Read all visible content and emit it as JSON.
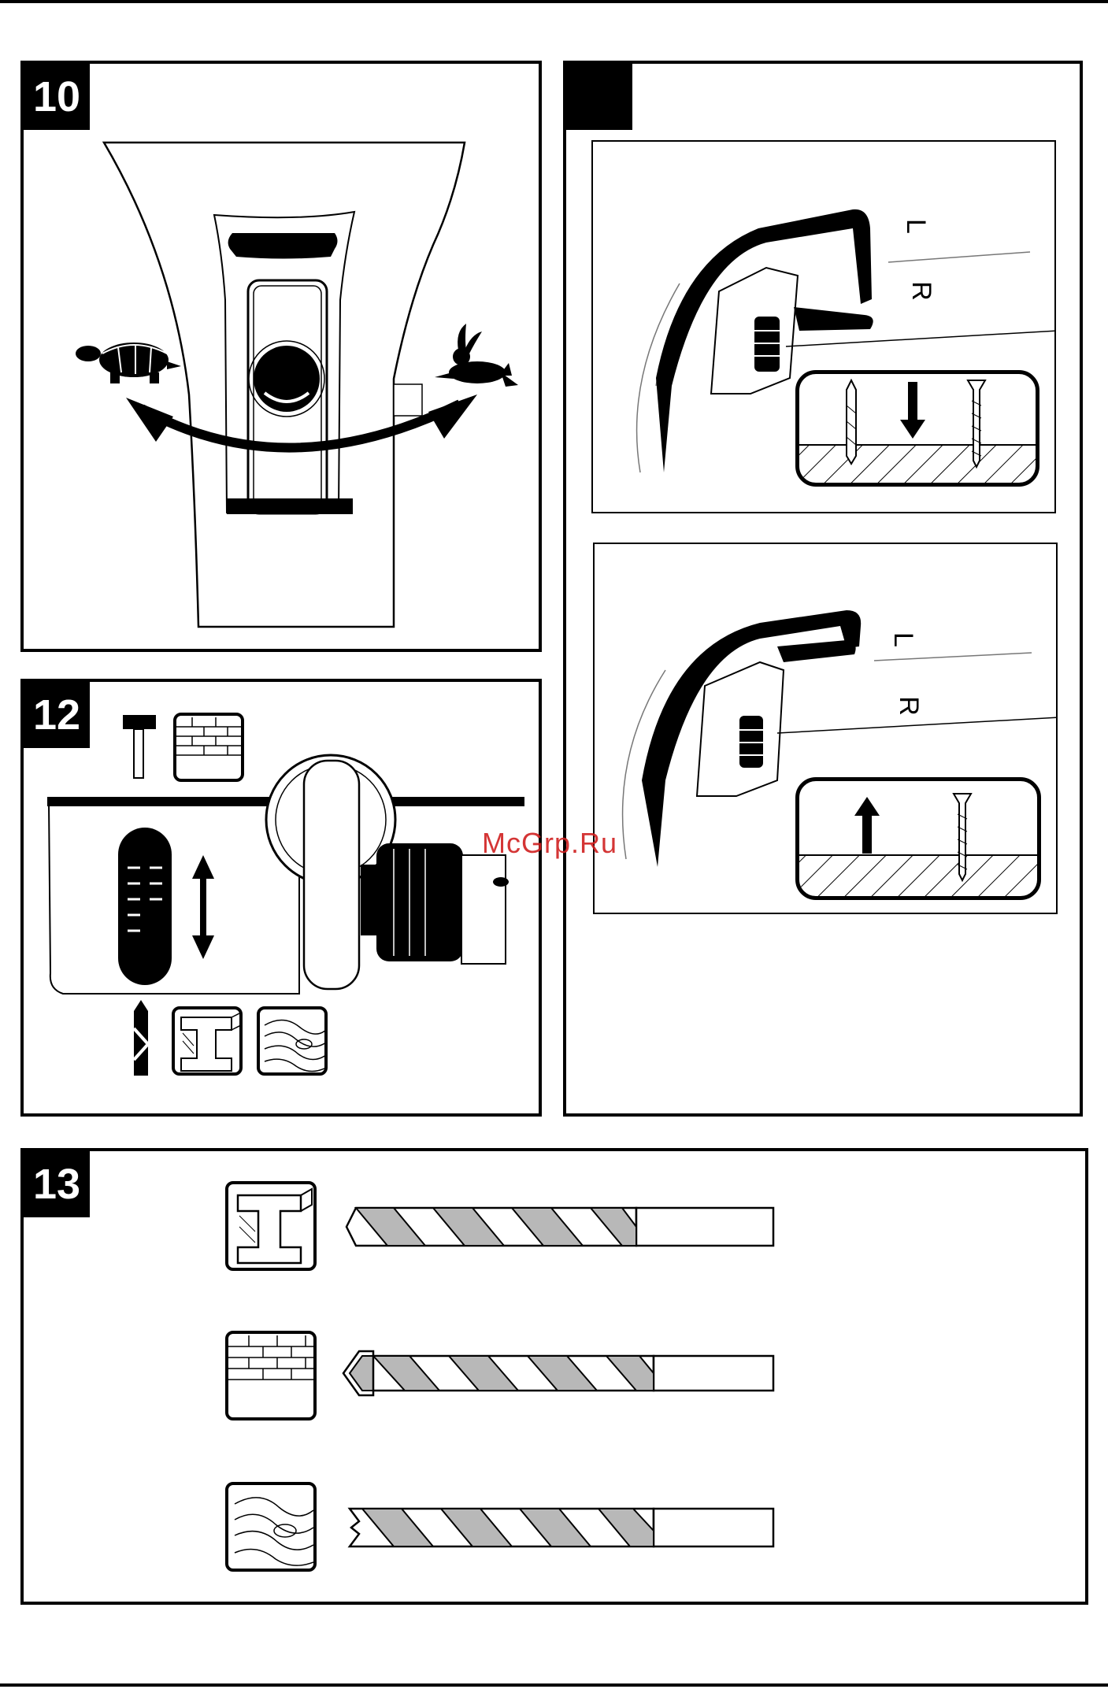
{
  "figures": {
    "fig10": {
      "number": "10"
    },
    "fig11": {
      "number": ""
    },
    "fig12": {
      "number": "12"
    },
    "fig13": {
      "number": "13"
    }
  },
  "fig11": {
    "top": {
      "left_label": "L",
      "right_label": "R"
    },
    "bottom": {
      "left_label": "L",
      "right_label": "R"
    }
  },
  "fig12": {
    "upper_icons": [
      "hammer-icon",
      "masonry-wall-icon"
    ],
    "lower_icons": [
      "drill-bit-icon",
      "steel-beam-icon",
      "wood-block-icon"
    ]
  },
  "fig13": {
    "rows": [
      {
        "material_icon": "steel-beam-icon",
        "bit": "metal-drill-bit"
      },
      {
        "material_icon": "masonry-wall-icon",
        "bit": "masonry-drill-bit"
      },
      {
        "material_icon": "wood-block-icon",
        "bit": "wood-drill-bit"
      }
    ]
  },
  "watermark": "McGrp.Ru"
}
